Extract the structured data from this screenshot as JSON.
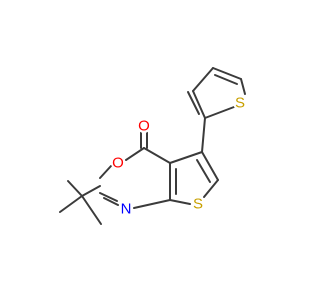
{
  "molecule": {
    "atom_labels": {
      "carbonyl_oxygen": "O",
      "ring_oxygen": "O",
      "ring_nitrogen": "N",
      "thiophene_fused_sulfur": "S",
      "thiophene_substituent_sulfur": "S"
    },
    "colors": {
      "bond": "#3b3b3b",
      "oxygen": "#ff0000",
      "nitrogen": "#0000ff",
      "sulfur": "#c8a000"
    }
  }
}
